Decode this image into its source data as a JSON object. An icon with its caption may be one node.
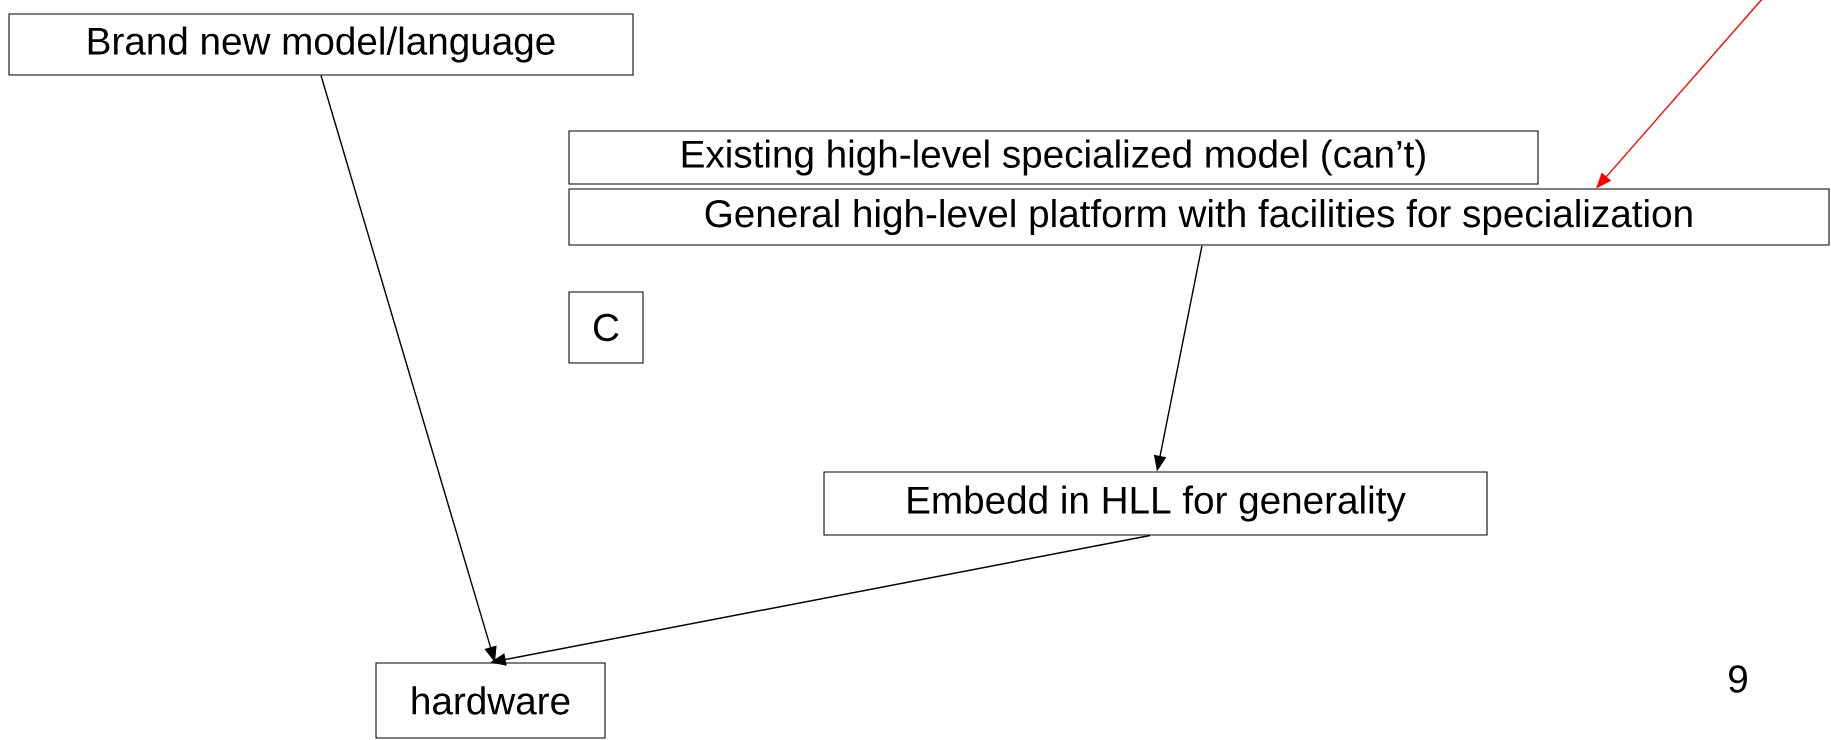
{
  "diagram": {
    "nodes": [
      {
        "text": [
          "Brand new model/language"
        ]
      },
      {
        "text": [
          "Existing high-level specialized model (can’t)"
        ]
      },
      {
        "text": [
          "General high-level platform with facilities for specialization"
        ]
      },
      {
        "text": [
          "C"
        ]
      },
      {
        "text": [
          "Embedd in HLL for generality"
        ]
      },
      {
        "text": [
          "hardware"
        ]
      }
    ],
    "edges": [
      {
        "from": 0,
        "to": 5,
        "arrow": "to"
      },
      {
        "from": 2,
        "to": 4,
        "arrow": "to"
      },
      {
        "from": 4,
        "to": 5,
        "arrow": "to"
      },
      {
        "from": null,
        "to": 2,
        "arrow": "to",
        "color": "#ff0000"
      }
    ],
    "labels": [
      "9"
    ]
  }
}
